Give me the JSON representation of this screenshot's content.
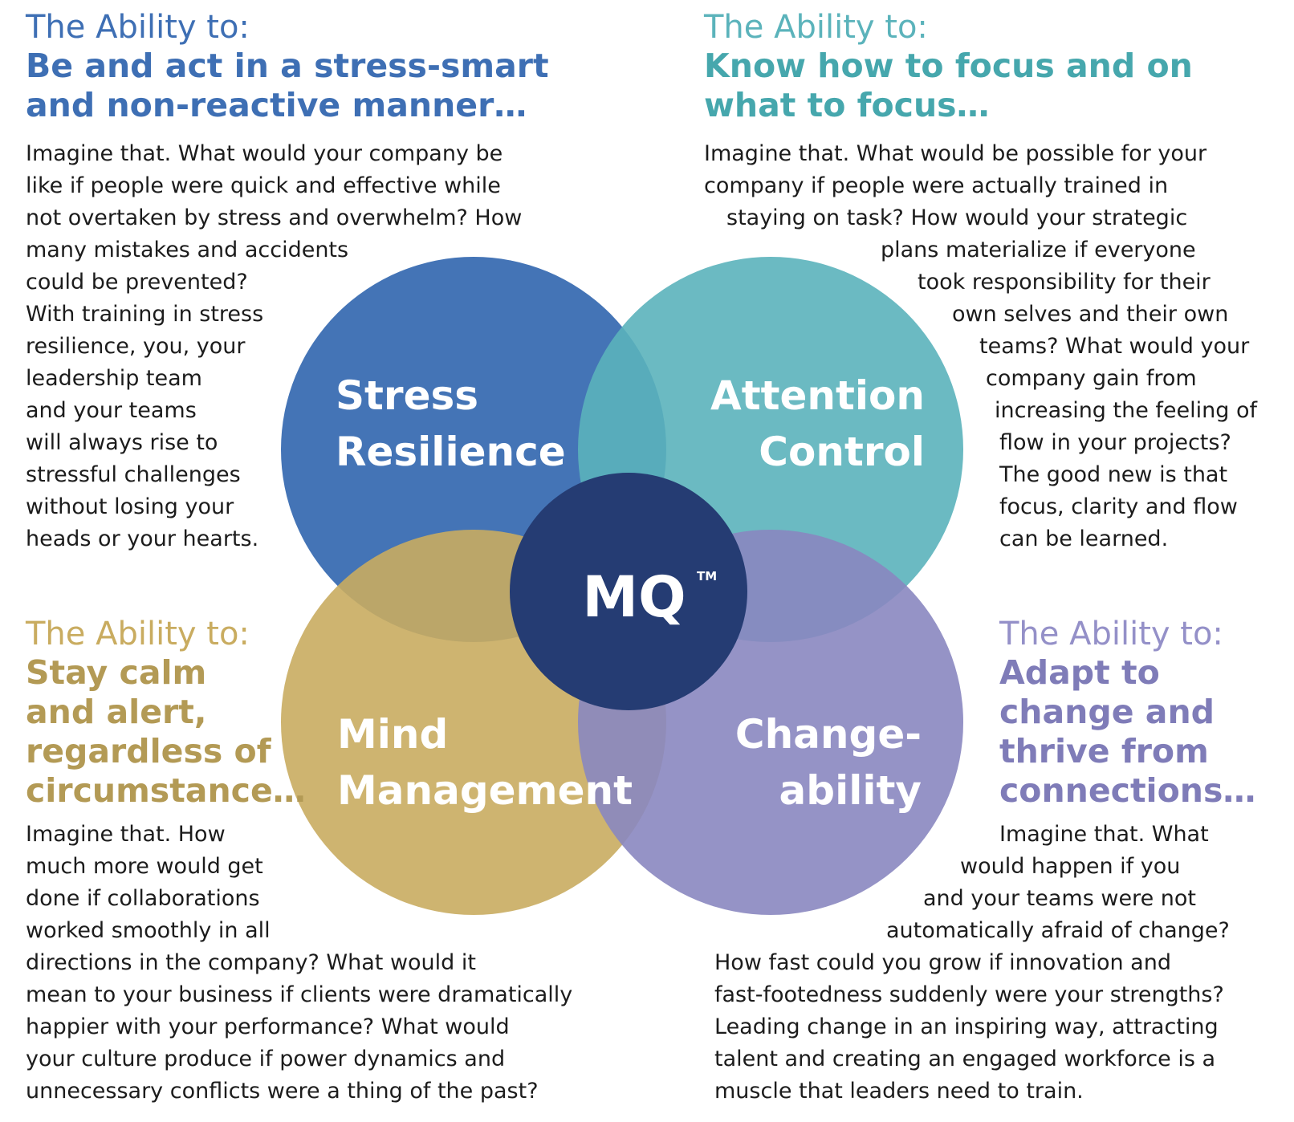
{
  "colors": {
    "stress_resilience": "#3e6fb4",
    "attention_control": "#5bb3bb",
    "mind_management": "#c9ac60",
    "changeability": "#8a87c0",
    "center": "#253c73"
  },
  "center": {
    "label": "MQ",
    "mark": "TM"
  },
  "circles": [
    {
      "key": "stress_resilience",
      "lines": [
        "Stress",
        "Resilience"
      ]
    },
    {
      "key": "attention_control",
      "lines": [
        "Attention",
        "Control"
      ]
    },
    {
      "key": "mind_management",
      "lines": [
        "Mind",
        "Management"
      ]
    },
    {
      "key": "changeability",
      "lines": [
        "Change-",
        "ability"
      ]
    }
  ],
  "quadrants": {
    "top_left": {
      "intro": "The Ability to:",
      "heading": [
        "Be and act in a stress-smart",
        "and non-reactive manner…"
      ],
      "body": [
        "Imagine that. What would your company be",
        "like if people were quick and effective while",
        "not overtaken by stress and overwhelm? How",
        "many mistakes and accidents",
        "could be prevented?",
        "With training in stress",
        "resilience, you, your",
        "leadership team",
        "and your teams",
        "will always rise to",
        "stressful challenges",
        "without losing your",
        "heads or your hearts."
      ]
    },
    "top_right": {
      "intro": "The Ability to:",
      "heading": [
        "Know how to focus and on",
        "what to focus…"
      ],
      "body": [
        "Imagine that. What would be possible for your",
        "company if people were actually trained in",
        "staying on task? How would your strategic",
        "plans materialize if everyone",
        "took responsibility for their",
        "own selves and their own",
        "teams? What would your",
        "company gain from",
        "increasing the feeling of",
        "flow in your projects?",
        "The good new is that",
        "focus, clarity and flow",
        "can be learned."
      ]
    },
    "bottom_left": {
      "intro": "The Ability to:",
      "heading": [
        "Stay calm",
        "and alert,",
        "regardless of",
        "circumstance…"
      ],
      "body": [
        "Imagine that. How",
        "much more would get",
        "done if collaborations",
        "worked smoothly in all",
        "directions in the company? What would it",
        "mean to your business if clients were dramatically",
        "happier with your performance? What would",
        "your culture produce if power dynamics and",
        "unnecessary conflicts were a thing of the past?"
      ]
    },
    "bottom_right": {
      "intro": "The Ability to:",
      "heading": [
        "Adapt to",
        "change and",
        "thrive from",
        "connections…"
      ],
      "body": [
        "Imagine that. What",
        "would happen if you",
        "and your teams were not",
        "automatically afraid of change?",
        "How fast could you grow if innovation and",
        "fast-footedness suddenly were your strengths?",
        "Leading change in an inspiring way, attracting",
        "talent and creating an engaged workforce is a",
        "muscle that leaders need to train."
      ]
    }
  }
}
